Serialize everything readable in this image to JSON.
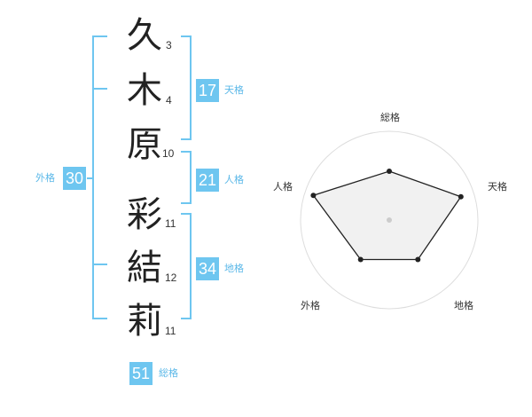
{
  "colors": {
    "accent": "#6ec6f0",
    "accent_text": "#5bb8e8",
    "text": "#222222"
  },
  "name": {
    "characters": [
      {
        "char": "久",
        "strokes": "3"
      },
      {
        "char": "木",
        "strokes": "4"
      },
      {
        "char": "原",
        "strokes": "10"
      },
      {
        "char": "彩",
        "strokes": "11"
      },
      {
        "char": "結",
        "strokes": "12"
      },
      {
        "char": "莉",
        "strokes": "11"
      }
    ]
  },
  "fortunes": {
    "tenkaku": {
      "value": "17",
      "label": "天格"
    },
    "jinkaku": {
      "value": "21",
      "label": "人格"
    },
    "chikaku": {
      "value": "34",
      "label": "地格"
    },
    "gaikaku": {
      "value": "30",
      "label": "外格"
    },
    "soukaku": {
      "value": "51",
      "label": "総格"
    }
  },
  "radar": {
    "axes": [
      "総格",
      "天格",
      "地格",
      "外格",
      "人格"
    ],
    "levels": 4,
    "values": [
      0.55,
      0.85,
      0.55,
      0.55,
      0.9
    ]
  }
}
